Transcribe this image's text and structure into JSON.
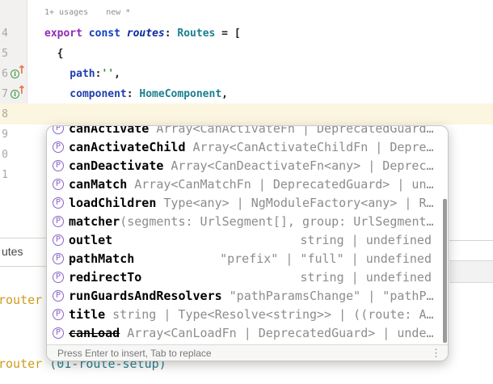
{
  "palette": {
    "kw_export": "#8f2bb3",
    "kw_const": "#0e3cc4",
    "variable": "#0d2a9e",
    "type_ref": "#1a7f8e",
    "property": "#1e3fae",
    "string": "#3a9140",
    "plain": "#1f1f1f",
    "popup_name": "#000000",
    "popup_type": "#8c8c8c",
    "line_number": "#a6a6a6",
    "gutter_bg": "#f2f1ef",
    "current_line_bg": "#fcf6e0",
    "popup_border": "#c6c6c6",
    "footer_bg": "#f7f7f6",
    "hint": "#787878",
    "console_orange": "#cf9b1d",
    "console_teal": "#1a7f8e",
    "icon_purple": "#8a63c9",
    "icon_green": "#3f9a49",
    "icon_arrow": "#e8734e",
    "divider": "#d5d4d2",
    "scrollbar": "#9a9a9a"
  },
  "editor": {
    "code_vision": {
      "usages": "1+ usages",
      "new_label": "new *"
    },
    "lines": [
      {
        "num": "4",
        "segments": [
          {
            "t": "export",
            "c": "kw_export"
          },
          {
            "t": " const",
            "c": "kw_const"
          },
          {
            "t": " routes",
            "c": "variable",
            "i": true
          },
          {
            "t": ": ",
            "c": "plain"
          },
          {
            "t": "Routes",
            "c": "type_ref"
          },
          {
            "t": " = [",
            "c": "plain"
          }
        ]
      },
      {
        "num": "5",
        "segments": [
          {
            "t": "  {",
            "c": "plain"
          }
        ]
      },
      {
        "num": "6",
        "gutter_icon": true,
        "segments": [
          {
            "t": "    path",
            "c": "property"
          },
          {
            "t": ":",
            "c": "plain"
          },
          {
            "t": "''",
            "c": "string"
          },
          {
            "t": ",",
            "c": "plain"
          }
        ]
      },
      {
        "num": "7",
        "gutter_icon": true,
        "segments": [
          {
            "t": "    component",
            "c": "property"
          },
          {
            "t": ": ",
            "c": "plain"
          },
          {
            "t": "HomeComponent",
            "c": "type_ref"
          },
          {
            "t": ",",
            "c": "plain"
          }
        ]
      },
      {
        "num": "8",
        "current_line": true,
        "segments": []
      },
      {
        "num": "9",
        "segments": []
      },
      {
        "num": "0",
        "segments": []
      },
      {
        "num": "1",
        "segments": []
      }
    ]
  },
  "popup": {
    "icon_glyph": "P",
    "items": [
      {
        "name": "canActivate",
        "type": "Array<CanActivateFn | DeprecatedGuard…",
        "clipped": true
      },
      {
        "name": "canActivateChild",
        "type": "Array<CanActivateChildFn | Depre…"
      },
      {
        "name": "canDeactivate",
        "type": "Array<CanDeactivateFn<any> | Deprec…"
      },
      {
        "name": "canMatch",
        "type": "Array<CanMatchFn | DeprecatedGuard> | un…"
      },
      {
        "name": "loadChildren",
        "type": "Type<any> | NgModuleFactory<any> | R…"
      },
      {
        "name": "matcher",
        "type": "(segments: UrlSegment[], group: UrlSegment…",
        "no_gap": true
      },
      {
        "name": "outlet",
        "type": "string | undefined",
        "align": "right"
      },
      {
        "name": "pathMatch",
        "type": "\"prefix\" | \"full\" | undefined",
        "align": "right"
      },
      {
        "name": "redirectTo",
        "type": "string | undefined",
        "align": "right"
      },
      {
        "name": "runGuardsAndResolvers",
        "type": "\"pathParamsChange\" | \"pathP…"
      },
      {
        "name": "title",
        "type": "string | Type<Resolve<string>> | ((route: A…"
      },
      {
        "name": "canLoad",
        "type": "Array<CanLoadFn | DeprecatedGuard> | unde…",
        "strike": true
      }
    ],
    "footer": {
      "hint": "Press Enter to insert, Tab to replace",
      "menu_icon": "⋮"
    }
  },
  "background": {
    "tab_fragment": "utes",
    "console_line1": "router",
    "prompt_prefix": "router ",
    "prompt_suffix": "(01-route-setup)"
  }
}
